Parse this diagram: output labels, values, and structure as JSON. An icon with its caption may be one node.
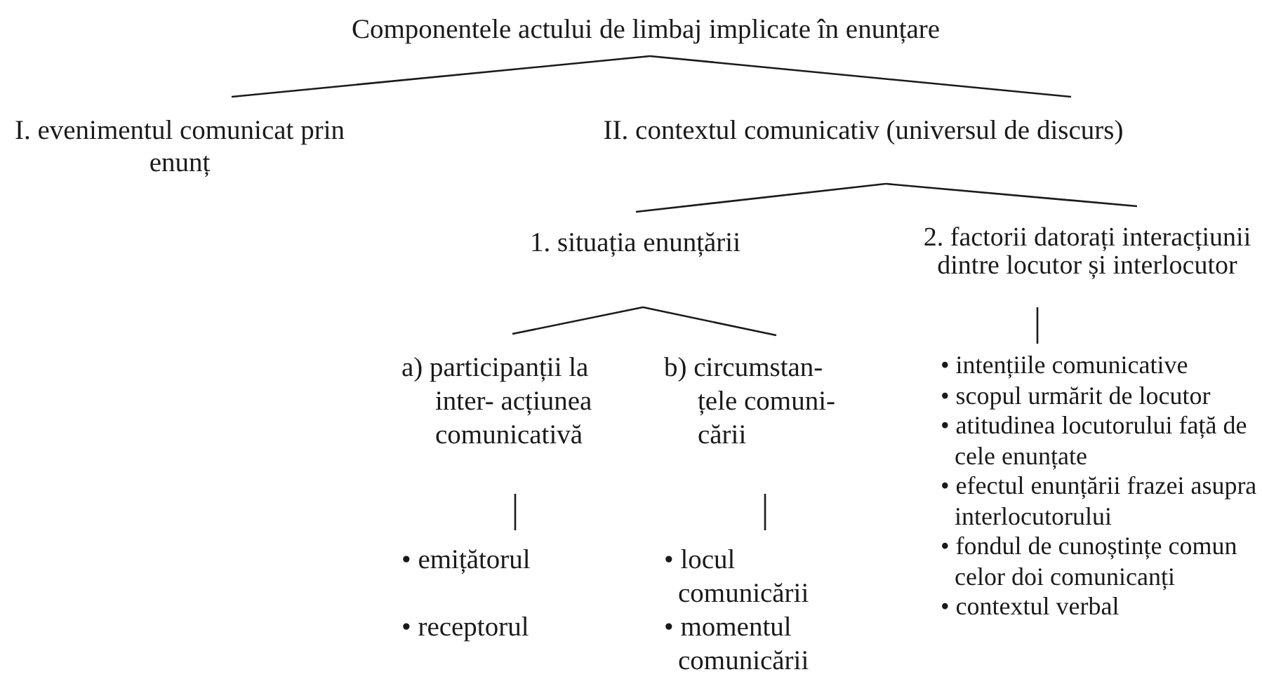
{
  "diagram": {
    "nodes": [
      {
        "text": [
          "Componentele actului de limbaj implicate în enunțare"
        ]
      },
      {
        "text": [
          "I. evenimentul comunicat prin enunț"
        ]
      },
      {
        "text": [
          "II. contextul comunicativ (universul de discurs)"
        ]
      },
      {
        "text": [
          "1. situația enunțării"
        ]
      },
      {
        "text": [
          "2. factorii datorați interacțiunii dintre locutor și interlocutor"
        ]
      },
      {
        "text": [
          "a) participanții la inter- acțiunea comunicativă"
        ]
      },
      {
        "text": [
          "b) circumstan- țele comuni- cării"
        ]
      },
      {
        "text": [
          "• emițătorul",
          "• receptorul"
        ]
      },
      {
        "text": [
          "• locul comunicării",
          "• momentul comunicării"
        ]
      },
      {
        "text": [
          "• intențiile comunicative",
          "• scopul urmărit de locutor",
          "• atitudinea locutorului față de cele enunțate",
          "• efectul enunțării frazei asupra interlocutorului",
          "• fondul de cunoștințe comun celor doi comunicanți",
          "• contextul verbal"
        ]
      }
    ],
    "edges": [
      {
        "from": 0,
        "to": 1,
        "arrow": "none"
      },
      {
        "from": 0,
        "to": 2,
        "arrow": "none"
      },
      {
        "from": 2,
        "to": 3,
        "arrow": "none"
      },
      {
        "from": 2,
        "to": 4,
        "arrow": "none"
      },
      {
        "from": 3,
        "to": 5,
        "arrow": "none"
      },
      {
        "from": 3,
        "to": 6,
        "arrow": "none"
      },
      {
        "from": 5,
        "to": 7,
        "arrow": "none"
      },
      {
        "from": 6,
        "to": 8,
        "arrow": "none"
      },
      {
        "from": 4,
        "to": 9,
        "arrow": "none"
      }
    ]
  }
}
